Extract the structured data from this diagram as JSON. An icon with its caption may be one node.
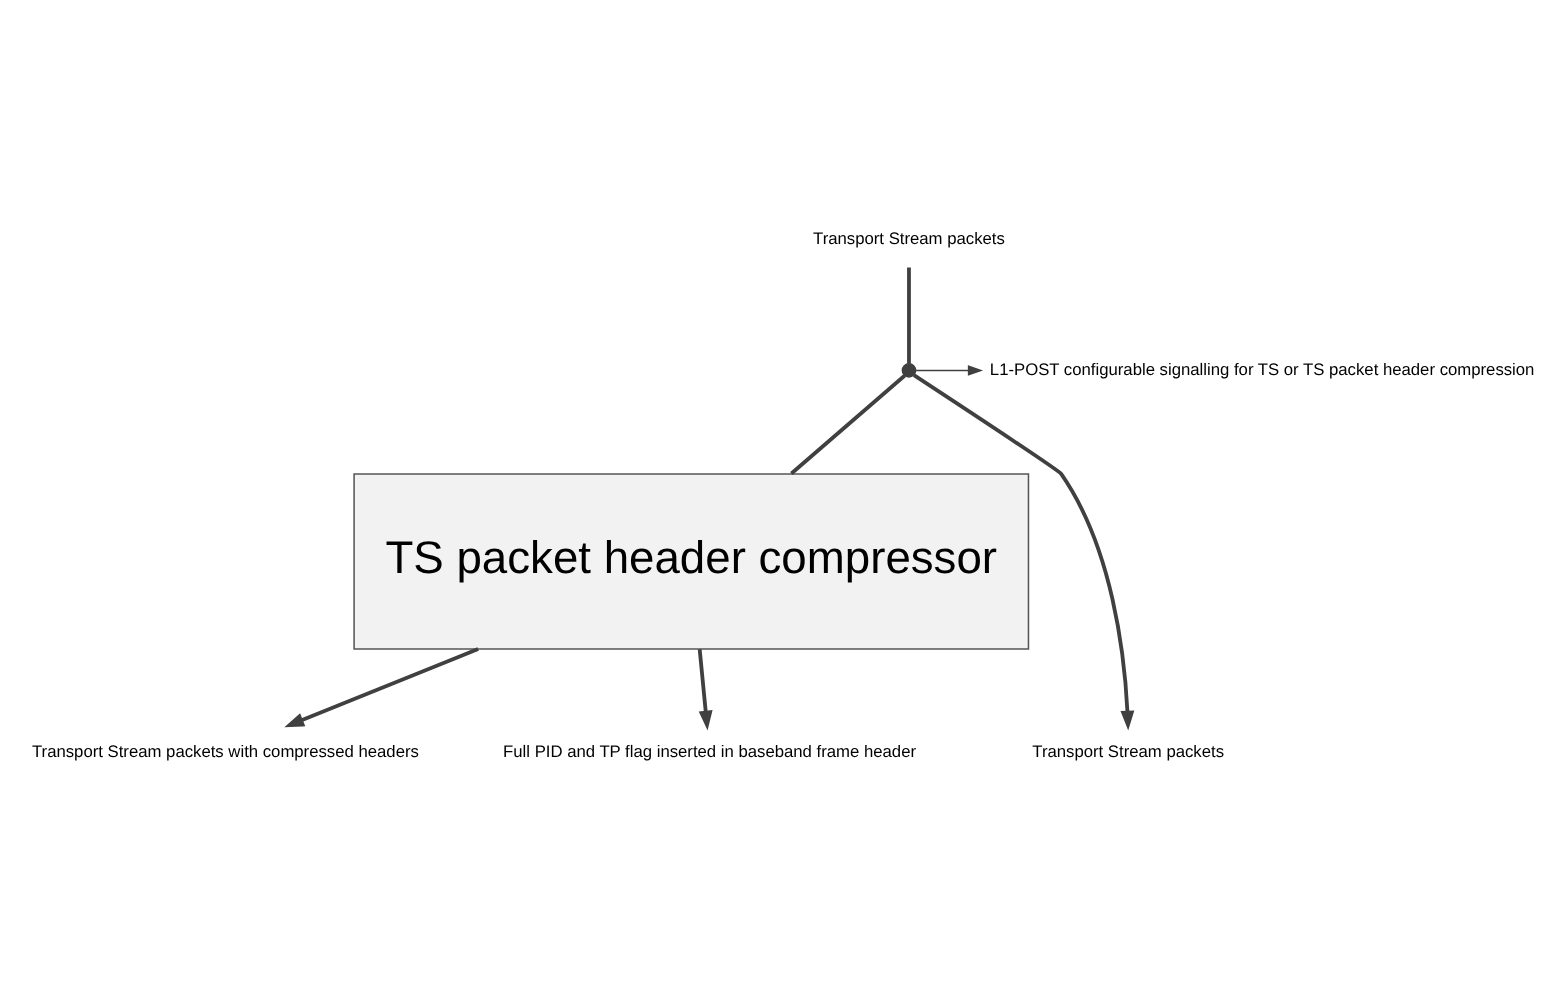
{
  "diagram": {
    "nodes": [
      {
        "text": [
          "Transport Stream packets"
        ]
      },
      {
        "text": [],
        "shape": "switch"
      },
      {
        "text": [
          "L1-POST configurable signalling for TS or TS packet header compression"
        ]
      },
      {
        "text": [
          "TS packet header compressor"
        ]
      },
      {
        "text": [
          "Transport Stream packets"
        ]
      },
      {
        "text": [
          "Transport Stream packets with compressed headers"
        ]
      },
      {
        "text": [
          "Full PID and TP flag inserted in baseband frame header"
        ]
      }
    ],
    "edges": [
      {
        "from": 0,
        "to": 1,
        "arrow": "none"
      },
      {
        "from": 1,
        "to": 2,
        "arrow": "to"
      },
      {
        "from": 1,
        "to": 4,
        "arrow": "to"
      },
      {
        "from": 1,
        "to": 3,
        "arrow": "none"
      },
      {
        "from": 3,
        "to": 5,
        "arrow": "to"
      },
      {
        "from": 3,
        "to": 6,
        "arrow": "to"
      }
    ]
  }
}
